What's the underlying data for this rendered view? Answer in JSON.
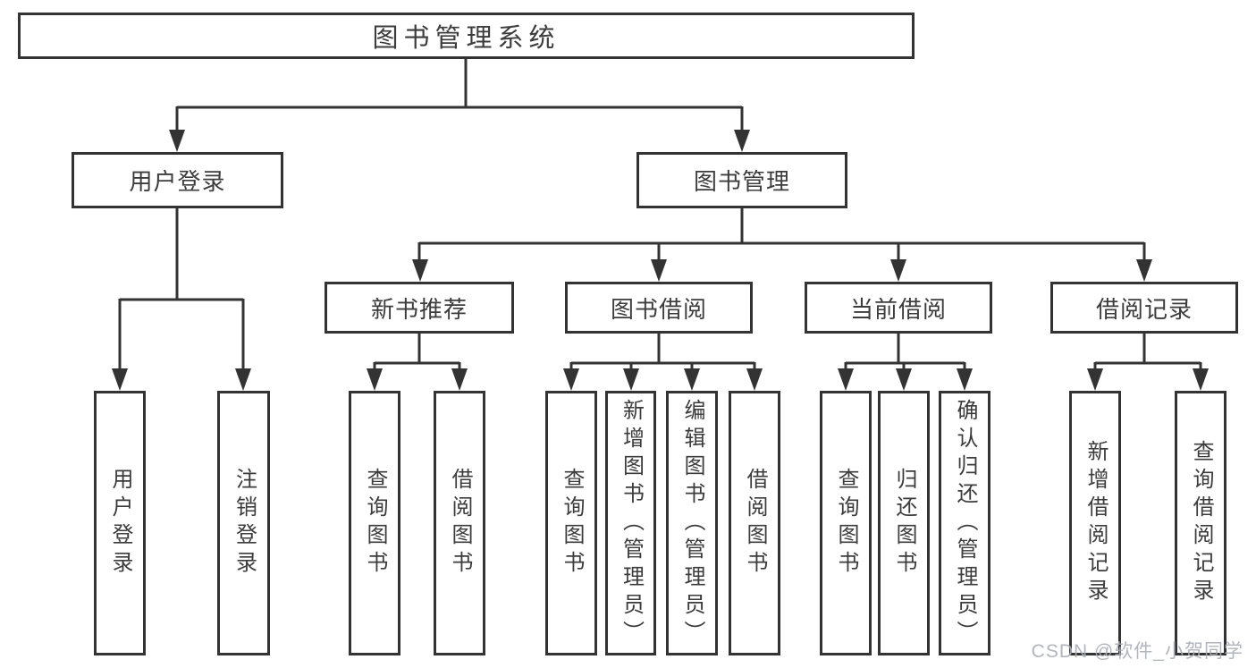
{
  "colors": {
    "line": "#333333",
    "text": "#3c3c3c",
    "background": "#ffffff",
    "watermark": "#a9aeb6"
  },
  "watermark": {
    "text": "CSDN @软件_小贺同学"
  },
  "tree": {
    "root": {
      "label": "图书管理系统"
    },
    "branches": {
      "user_login": {
        "label": "用户登录",
        "children": {
          "login": {
            "label": "用户登录"
          },
          "logout": {
            "label": "注销登录"
          }
        }
      },
      "book_mgmt": {
        "label": "图书管理",
        "children": {
          "new_book_rec": {
            "label": "新书推荐",
            "children": {
              "query_books": {
                "label": "查询图书"
              },
              "borrow_books": {
                "label": "借阅图书"
              }
            }
          },
          "book_borrow": {
            "label": "图书借阅",
            "children": {
              "query_books": {
                "label": "查询图书"
              },
              "add_books": {
                "label": "新增图书（管理员）"
              },
              "edit_books": {
                "label": "编辑图书（管理员）"
              },
              "borrow_books": {
                "label": "借阅图书"
              }
            }
          },
          "current_borrow": {
            "label": "当前借阅",
            "children": {
              "query_books": {
                "label": "查询图书"
              },
              "return_books": {
                "label": "归还图书"
              },
              "confirm_return": {
                "label": "确认归还（管理员）"
              }
            }
          },
          "borrow_records": {
            "label": "借阅记录",
            "children": {
              "add_record": {
                "label": "新增借阅记录"
              },
              "query_record": {
                "label": "查询借阅记录"
              }
            }
          }
        }
      }
    }
  }
}
